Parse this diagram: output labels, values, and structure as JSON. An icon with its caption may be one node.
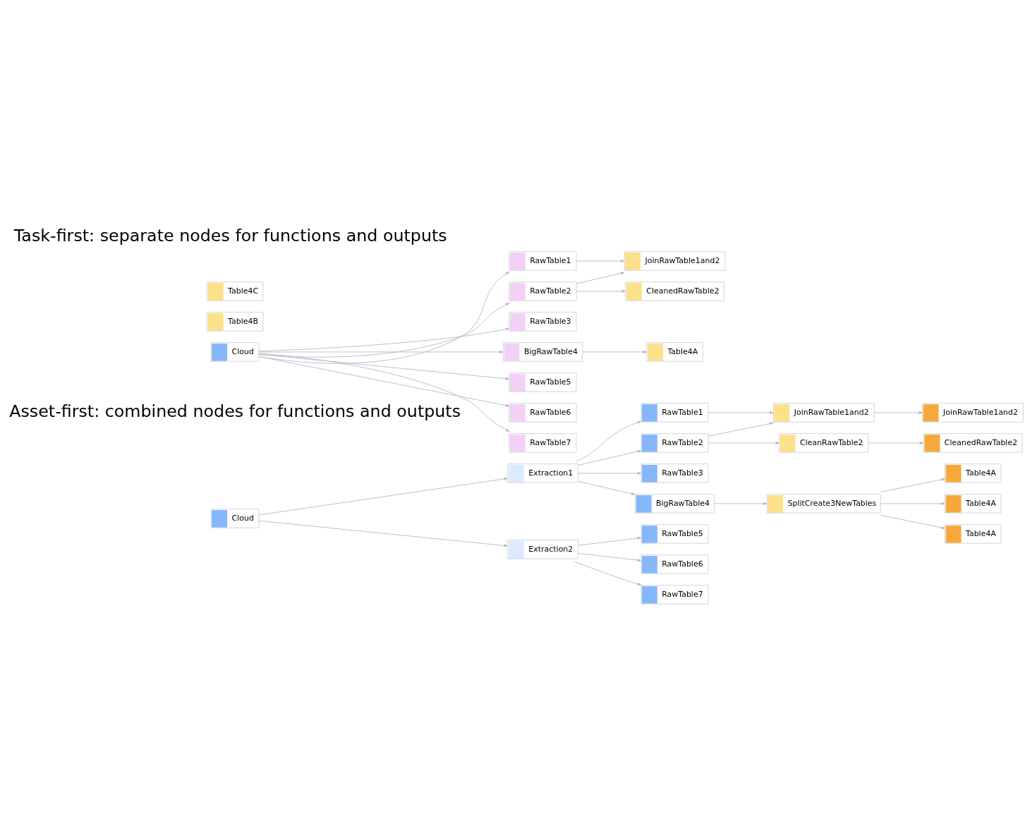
{
  "diagram": {
    "title": "Task-first: separate nodes for functions and outputs",
    "nodes": [
      {
        "text": [
          "Cloud"
        ]
      },
      {
        "text": [
          "Extraction1"
        ]
      },
      {
        "text": [
          "Extraction2"
        ]
      },
      {
        "text": [
          "RawTable1"
        ]
      },
      {
        "text": [
          "RawTable2"
        ]
      },
      {
        "text": [
          "RawTable3"
        ]
      },
      {
        "text": [
          "BigRawTable4"
        ]
      },
      {
        "text": [
          "RawTable5"
        ]
      },
      {
        "text": [
          "RawTable6"
        ]
      },
      {
        "text": [
          "RawTable7"
        ]
      },
      {
        "text": [
          "JoinRawTable1and2"
        ]
      },
      {
        "text": [
          "CleanRawTable2"
        ]
      },
      {
        "text": [
          "SplitCreate3NewTables"
        ]
      },
      {
        "text": [
          "JoinRawTable1and2"
        ]
      },
      {
        "text": [
          "CleanedRawTable2"
        ]
      },
      {
        "text": [
          "Table4A"
        ]
      },
      {
        "text": [
          "Table4A"
        ]
      },
      {
        "text": [
          "Table4A"
        ]
      },
      {
        "text": [
          "Cloud"
        ]
      },
      {
        "text": [
          "RawTable1"
        ]
      },
      {
        "text": [
          "RawTable2"
        ]
      },
      {
        "text": [
          "RawTable3"
        ]
      },
      {
        "text": [
          "BigRawTable4"
        ]
      },
      {
        "text": [
          "RawTable5"
        ]
      },
      {
        "text": [
          "RawTable6"
        ]
      },
      {
        "text": [
          "RawTable7"
        ]
      },
      {
        "text": [
          "JoinRawTable1and2"
        ]
      },
      {
        "text": [
          "CleanedRawTable2"
        ]
      },
      {
        "text": [
          "Table4A"
        ]
      },
      {
        "text": [
          "Table4B"
        ]
      },
      {
        "text": [
          "Table4C"
        ]
      }
    ],
    "edges": [
      {
        "from": 0,
        "to": 1,
        "arrow": "to"
      },
      {
        "from": 0,
        "to": 2,
        "arrow": "to"
      },
      {
        "from": 1,
        "to": 3,
        "arrow": "to"
      },
      {
        "from": 1,
        "to": 4,
        "arrow": "to"
      },
      {
        "from": 1,
        "to": 5,
        "arrow": "to"
      },
      {
        "from": 1,
        "to": 6,
        "arrow": "to"
      },
      {
        "from": 2,
        "to": 7,
        "arrow": "to"
      },
      {
        "from": 2,
        "to": 8,
        "arrow": "to"
      },
      {
        "from": 2,
        "to": 9,
        "arrow": "to"
      },
      {
        "from": 3,
        "to": 10,
        "arrow": "to"
      },
      {
        "from": 4,
        "to": 10,
        "arrow": "to"
      },
      {
        "from": 4,
        "to": 11,
        "arrow": "to"
      },
      {
        "from": 6,
        "to": 12,
        "arrow": "to"
      },
      {
        "from": 10,
        "to": 13,
        "arrow": "to"
      },
      {
        "from": 11,
        "to": 14,
        "arrow": "to"
      },
      {
        "from": 12,
        "to": 15,
        "arrow": "to"
      },
      {
        "from": 12,
        "to": 16,
        "arrow": "to"
      },
      {
        "from": 12,
        "to": 17,
        "arrow": "to"
      },
      {
        "from": 18,
        "to": 19,
        "arrow": "to"
      },
      {
        "from": 18,
        "to": 20,
        "arrow": "to"
      },
      {
        "from": 18,
        "to": 21,
        "arrow": "to"
      },
      {
        "from": 18,
        "to": 22,
        "arrow": "to"
      },
      {
        "from": 18,
        "to": 23,
        "arrow": "to"
      },
      {
        "from": 18,
        "to": 24,
        "arrow": "to"
      },
      {
        "from": 18,
        "to": 25,
        "arrow": "to"
      },
      {
        "from": 19,
        "to": 26,
        "arrow": "to"
      },
      {
        "from": 20,
        "to": 26,
        "arrow": "to"
      },
      {
        "from": 20,
        "to": 27,
        "arrow": "to"
      },
      {
        "from": 22,
        "to": 28,
        "arrow": "to"
      }
    ],
    "labels": [
      "Asset-first: combined nodes for functions and outputs"
    ]
  }
}
